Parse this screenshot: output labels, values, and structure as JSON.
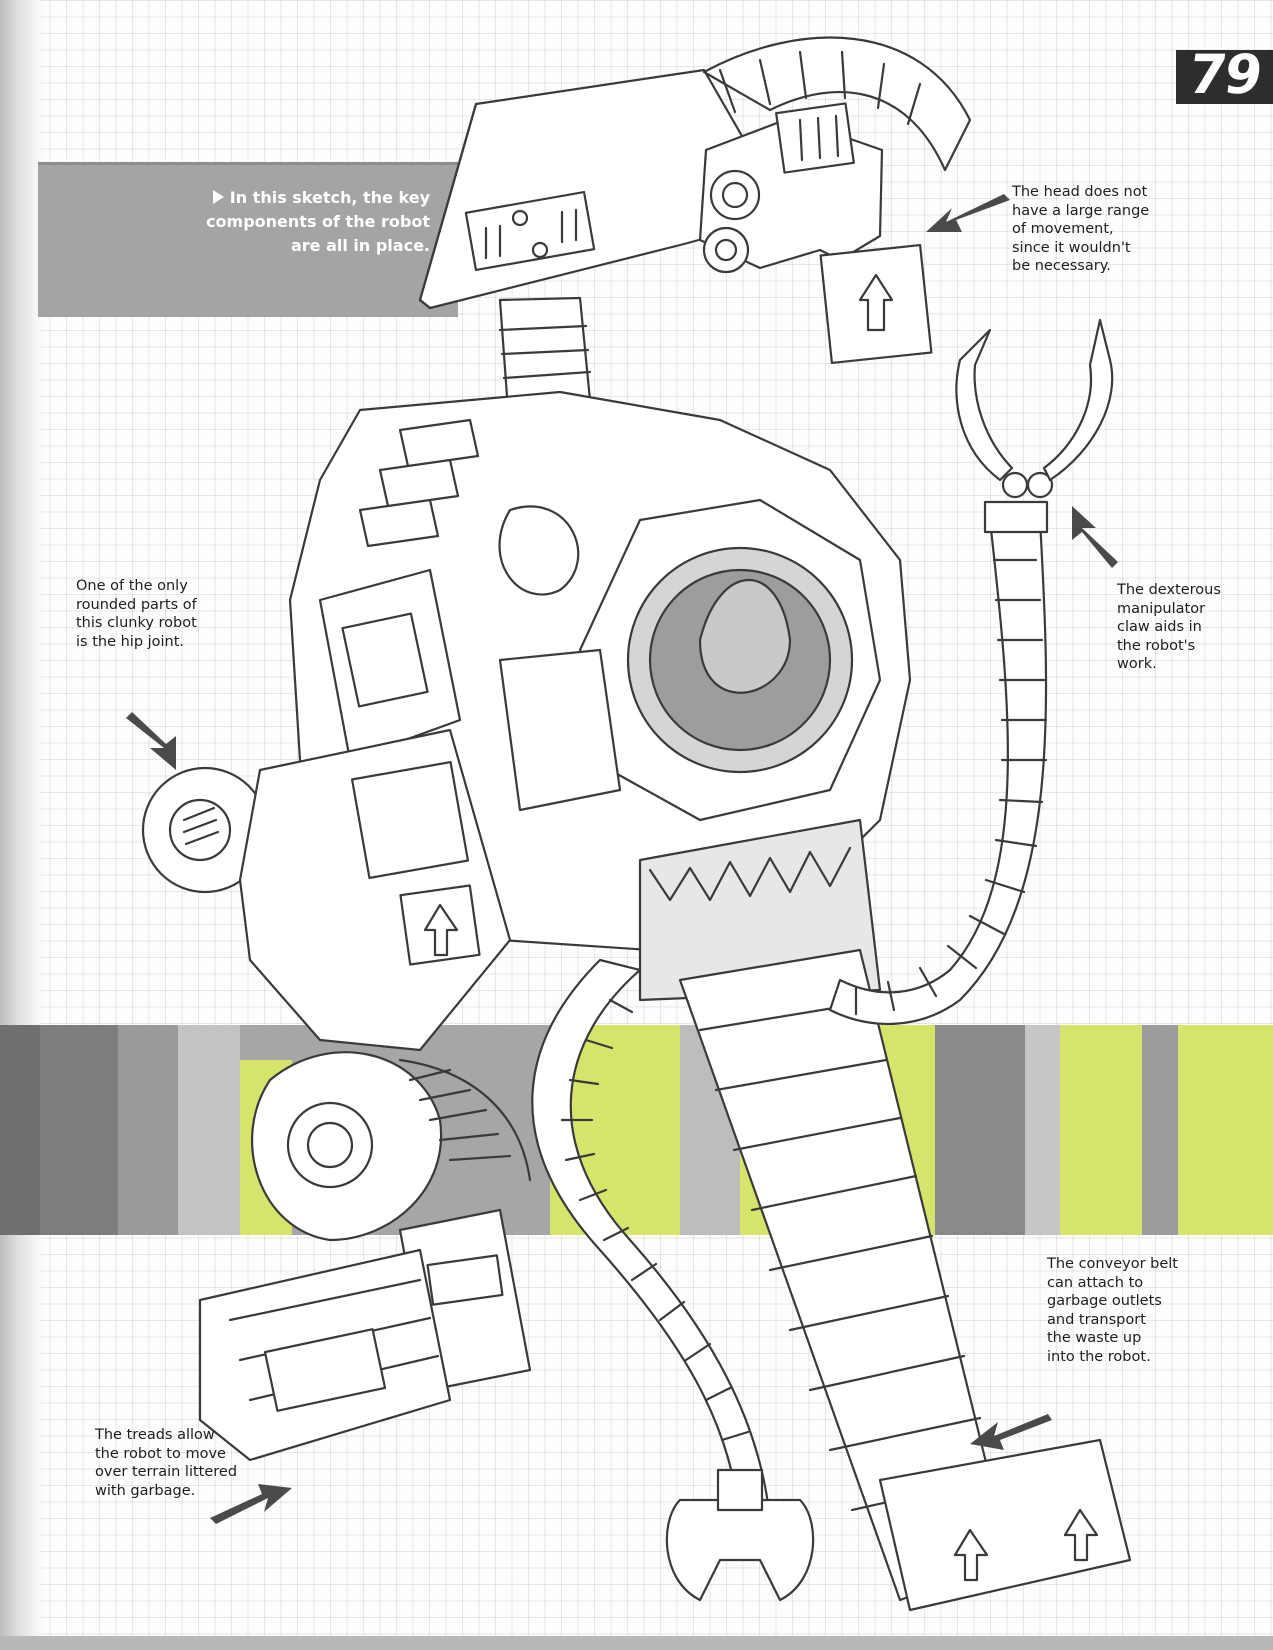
{
  "page_number": "79",
  "intro_caption": "In this sketch, the key components of the robot are all in place.",
  "captions": {
    "head": [
      "The head does not",
      "have a large range",
      "of movement,",
      "since it wouldn't",
      "be necessary."
    ],
    "claw": [
      "The dexterous",
      "manipulator",
      "claw aids in",
      "the robot's",
      "work."
    ],
    "hip": [
      "One of the only",
      "rounded parts of",
      "this clunky robot",
      "is the hip joint."
    ],
    "conveyor": [
      "The conveyor belt",
      "can attach to",
      "garbage outlets",
      "and transport",
      "the waste up",
      "into the robot."
    ],
    "treads": [
      "The treads allow",
      "the robot to move",
      "over terrain littered",
      "with garbage."
    ]
  },
  "colors": {
    "gray_band": "#a4a4a4",
    "lime": "#d6e46c",
    "dark_gray": "#7e7e7e",
    "mid_gray": "#a8a8a8",
    "light_gray": "#c9c9c9",
    "ink": "#3a3a3a"
  },
  "icons": [
    "arrow-pointer-icon",
    "triangle-bullet-icon"
  ]
}
